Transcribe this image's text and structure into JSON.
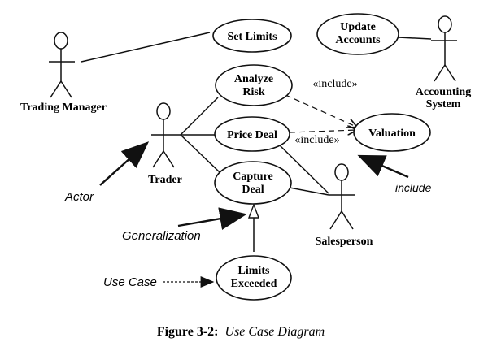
{
  "actors": {
    "trading_manager": "Trading Manager",
    "trader": "Trader",
    "accounting_system": [
      "Accounting",
      "System"
    ],
    "salesperson": "Salesperson"
  },
  "use_cases": {
    "set_limits": [
      "Set Limits"
    ],
    "update_accounts": [
      "Update",
      "Accounts"
    ],
    "analyze_risk": [
      "Analyze",
      "Risk"
    ],
    "price_deal": [
      "Price Deal"
    ],
    "valuation": [
      "Valuation"
    ],
    "capture_deal": [
      "Capture",
      "Deal"
    ],
    "limits_exceeded": [
      "Limits",
      "Exceeded"
    ]
  },
  "relationship_labels": {
    "include_top": "«include»",
    "include_mid": "«include»"
  },
  "callouts": {
    "actor": "Actor",
    "generalization": "Generalization",
    "use_case": "Use Case",
    "include": "include"
  },
  "caption": {
    "label": "Figure 3-2:",
    "title": "Use Case Diagram"
  }
}
